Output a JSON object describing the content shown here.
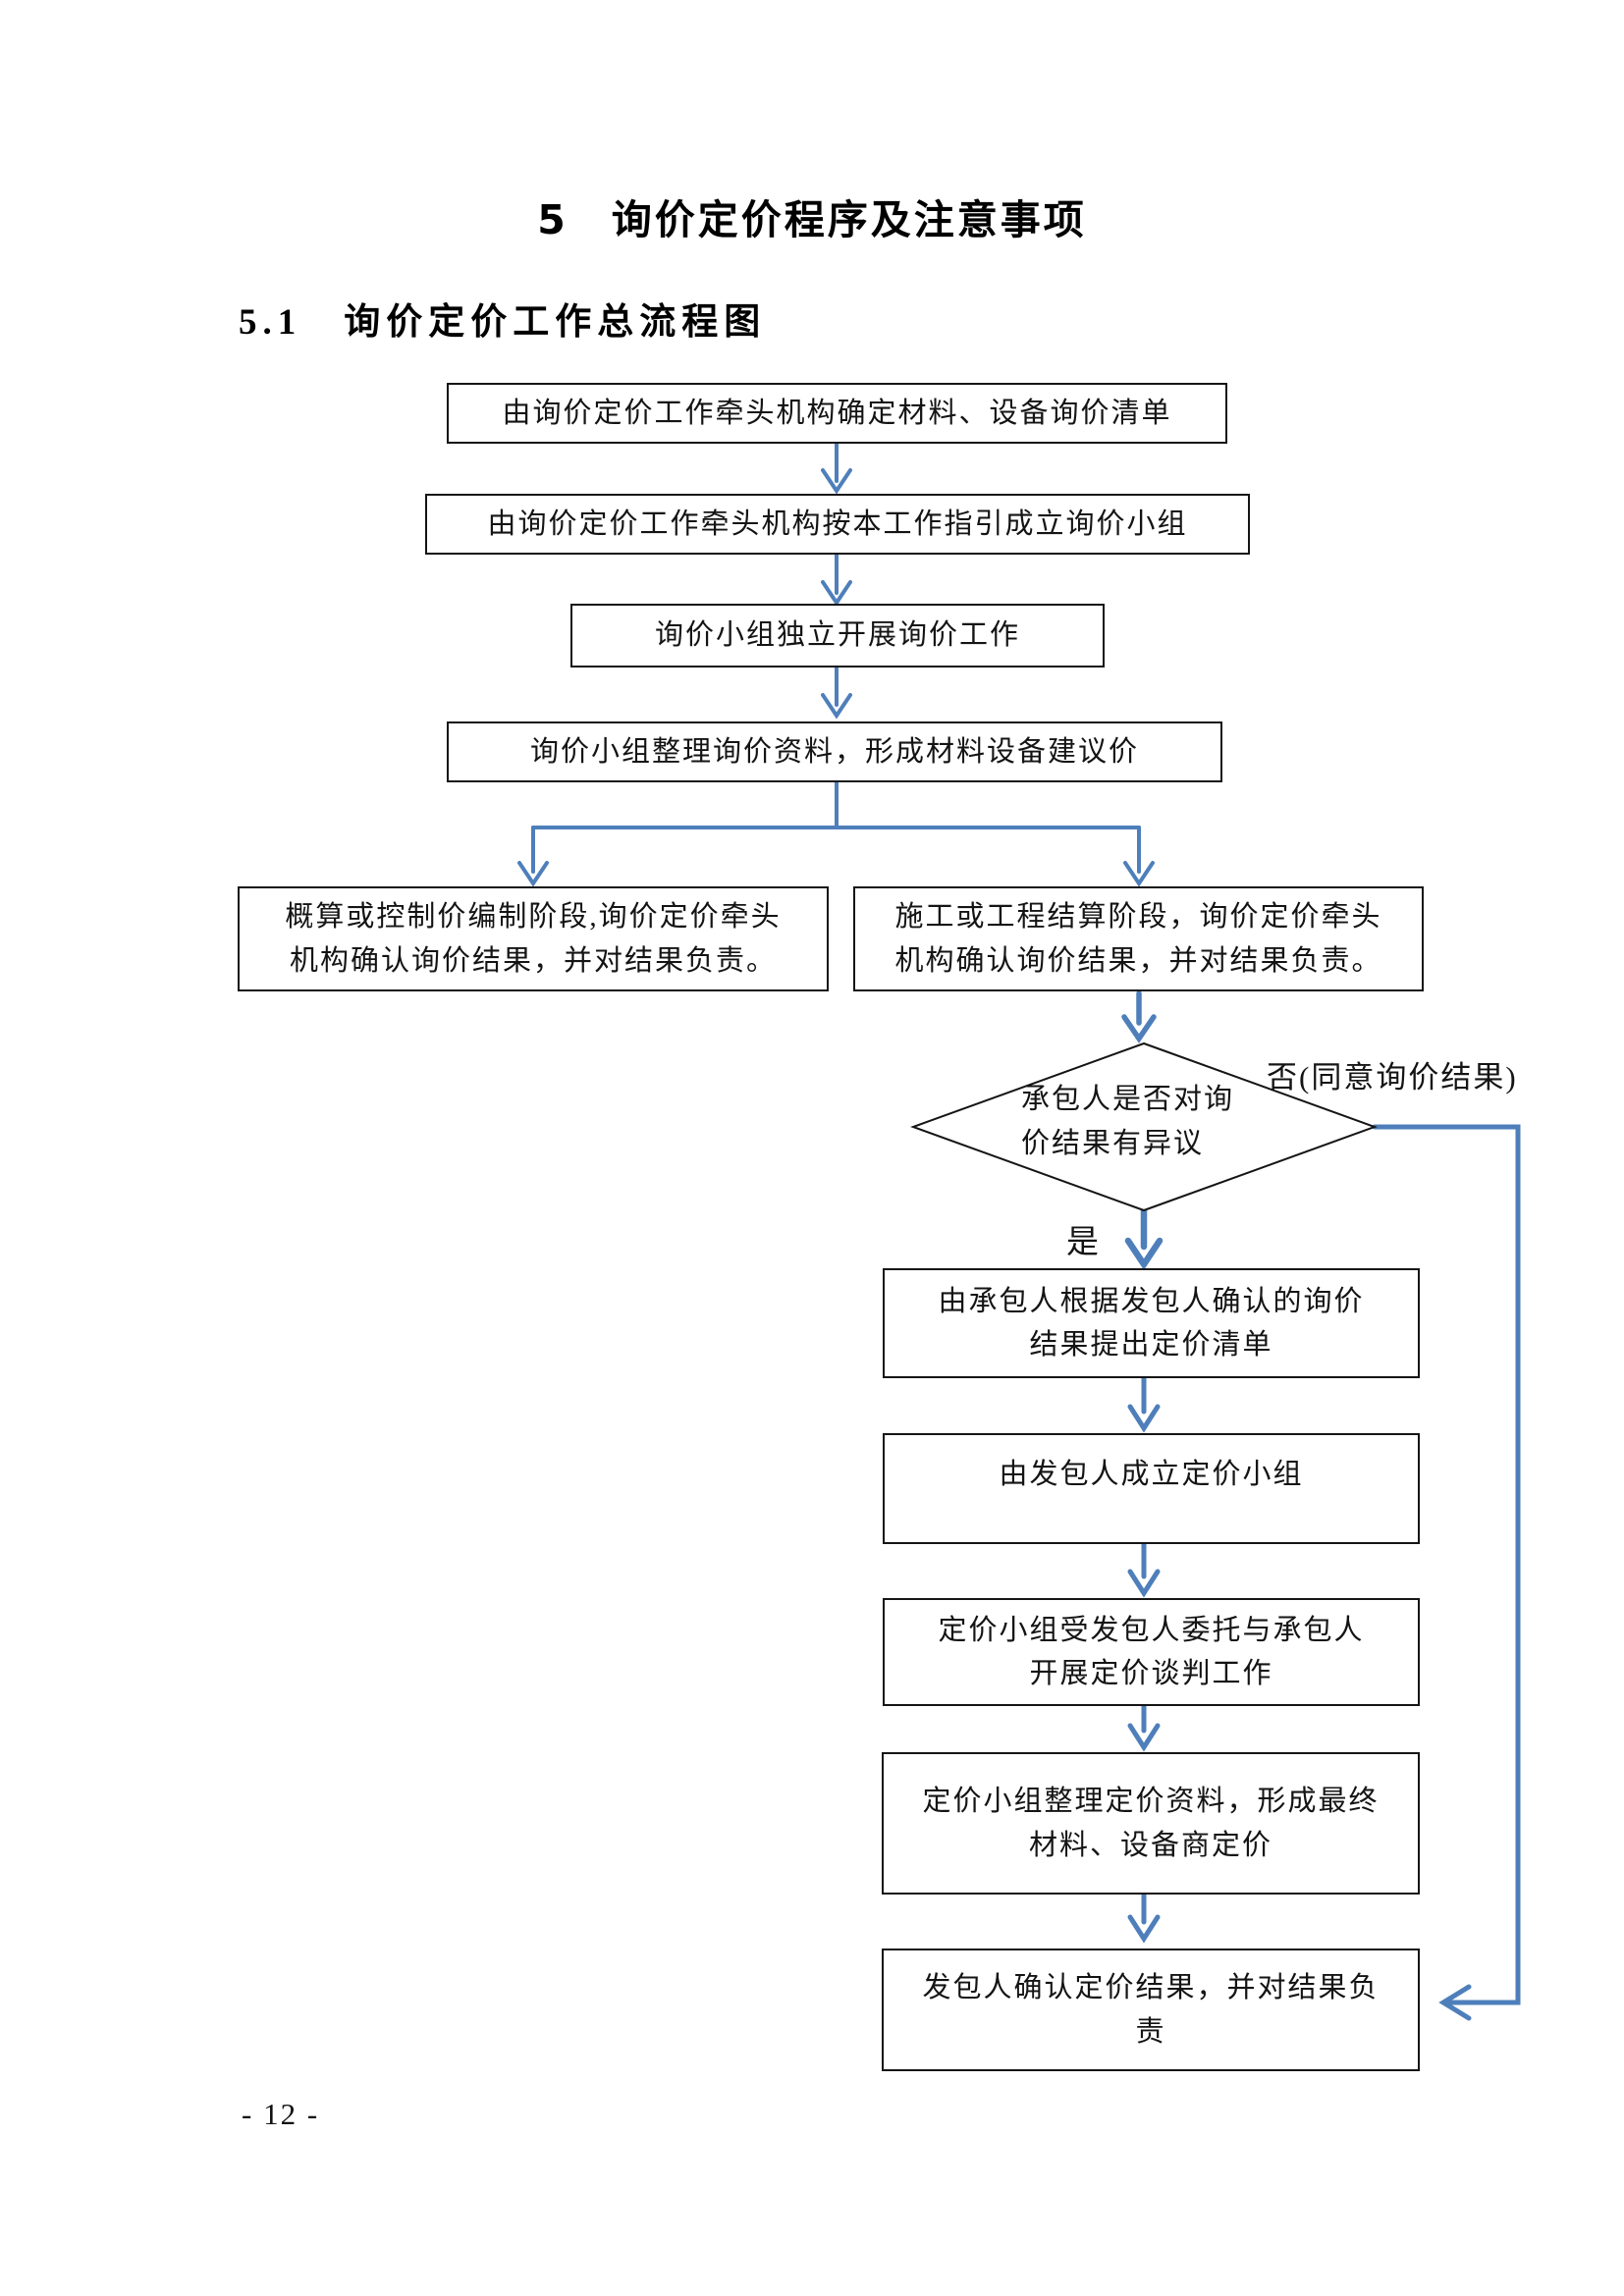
{
  "page": {
    "title": "5　询价定价程序及注意事项",
    "section_heading": "5.1　询价定价工作总流程图",
    "page_number": "- 12 -"
  },
  "flowchart": {
    "nodes": {
      "determine_list": "由询价定价工作牵头机构确定材料、设备询价清单",
      "form_inquiry_team": "由询价定价工作牵头机构按本工作指引成立询价小组",
      "conduct_inquiry": "询价小组独立开展询价工作",
      "compile_inquiry_data": "询价小组整理询价资料，形成材料设备建议价",
      "estimate_stage": "概算或控制价编制阶段,询价定价牵头机构确认询价结果，并对结果负责。",
      "settlement_stage": "施工或工程结算阶段，询价定价牵头机构确认询价结果，并对结果负责。",
      "decision_objection": "承包人是否对询价结果有异议",
      "propose_pricing_list": "由承包人根据发包人确认的询价结果提出定价清单",
      "form_pricing_team": "由发包人成立定价小组",
      "pricing_negotiation": "定价小组受发包人委托与承包人开展定价谈判工作",
      "compile_pricing_data": "定价小组整理定价资料，形成最终材料、设备商定价",
      "confirm_pricing": "发包人确认定价结果，并对结果负责"
    },
    "labels": {
      "no_branch": "否(同意询价结果)",
      "yes_branch": "是"
    },
    "colors": {
      "connector": "#4E7FBB",
      "box_border": "#151515"
    }
  }
}
